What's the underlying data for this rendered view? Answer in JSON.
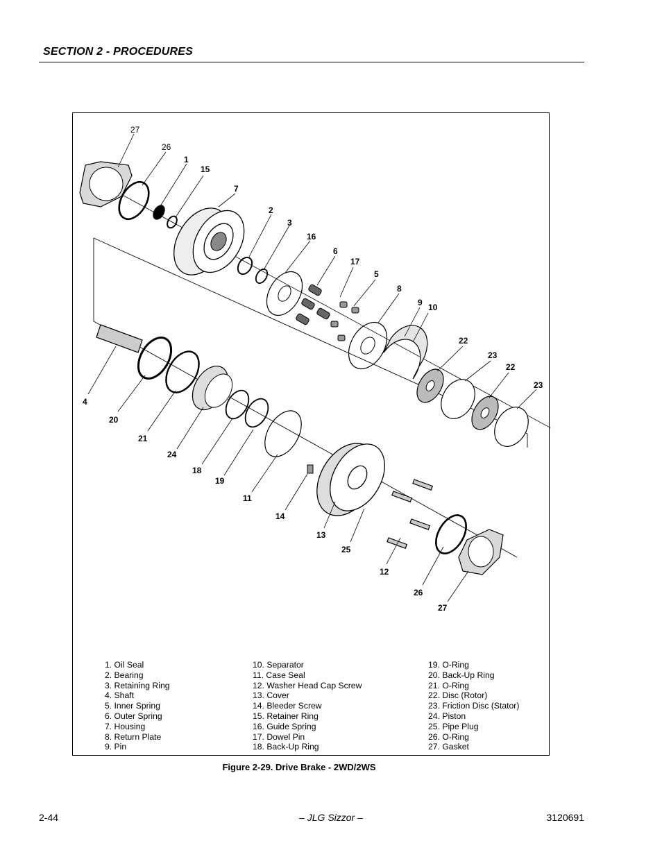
{
  "header": {
    "section": "SECTION 2 - PROCEDURES"
  },
  "figure": {
    "caption": "Figure 2-29.  Drive Brake - 2WD/2WS",
    "callouts": [
      "27",
      "26",
      "1",
      "15",
      "7",
      "2",
      "3",
      "16",
      "6",
      "17",
      "5",
      "8",
      "9",
      "10",
      "22",
      "23",
      "22",
      "23",
      "4",
      "20",
      "21",
      "24",
      "18",
      "19",
      "11",
      "14",
      "13",
      "25",
      "12",
      "26",
      "27"
    ],
    "legend_col1": [
      "1. Oil Seal",
      "2. Bearing",
      "3. Retaining Ring",
      "4. Shaft",
      "5. Inner Spring",
      "6. Outer Spring",
      "7. Housing",
      "8. Return Plate",
      "9. Pin"
    ],
    "legend_col2": [
      "10. Separator",
      "11. Case Seal",
      "12. Washer Head Cap Screw",
      "13. Cover",
      "14. Bleeder Screw",
      "15. Retainer Ring",
      "16. Guide Spring",
      "17. Dowel Pin",
      "18. Back-Up Ring"
    ],
    "legend_col3": [
      "19. O-Ring",
      "20. Back-Up Ring",
      "21. O-Ring",
      "22. Disc (Rotor)",
      "23. Friction Disc (Stator)",
      "24. Piston",
      "25. Pipe Plug",
      "26. O-Ring",
      "27. Gasket"
    ]
  },
  "footer": {
    "page": "2-44",
    "title": "– JLG Sizzor –",
    "doc_number": "3120691"
  }
}
